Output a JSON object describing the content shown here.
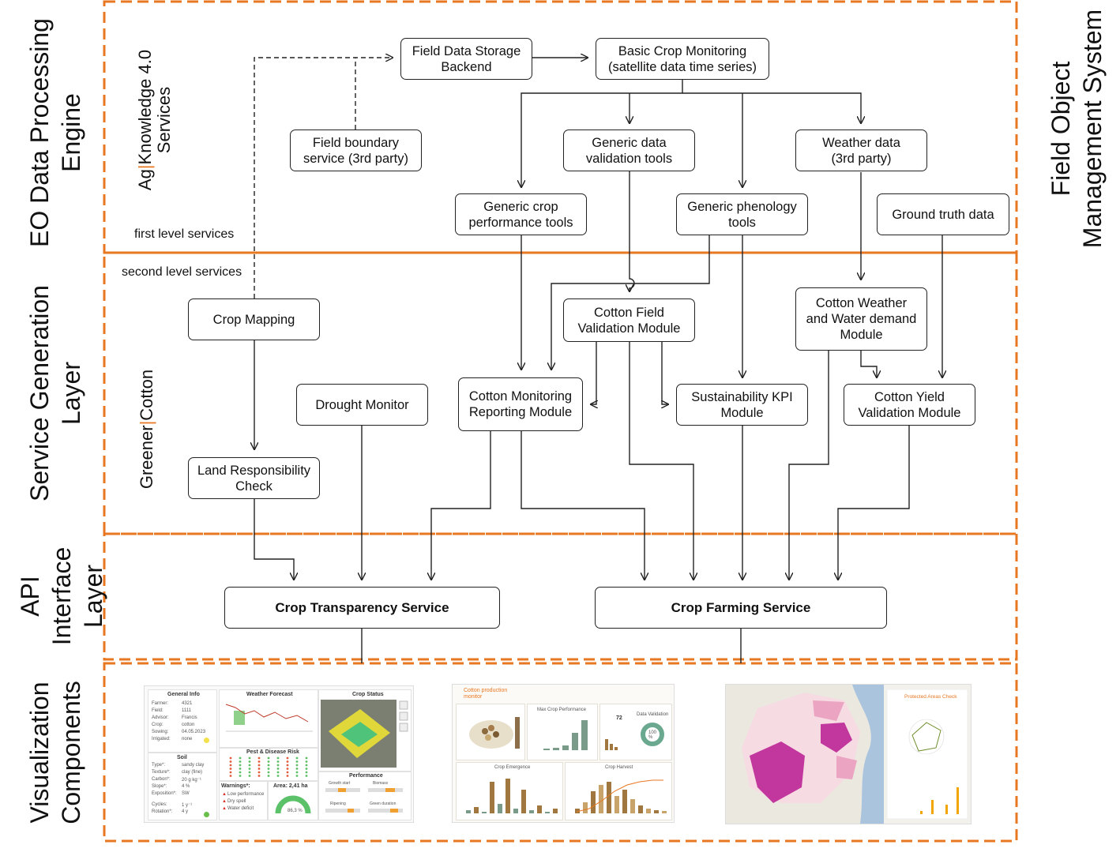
{
  "layers": [
    {
      "key": "eo",
      "label": "EO Data Processing\nEngine"
    },
    {
      "key": "sgl",
      "label": "Service Generation\nLayer"
    },
    {
      "key": "api",
      "label": "API\nInterface\nLayer"
    },
    {
      "key": "viz",
      "label": "Visualization\nComponents"
    }
  ],
  "side_label": "Field Object\nManagement System",
  "ag_label": {
    "pre": "Ag",
    "sep": "|",
    "post": "Knowledge 4.0",
    "line2": "Services"
  },
  "greener_label": {
    "pre": "Greener",
    "sep": "|",
    "post": "Cotton"
  },
  "level_labels": {
    "first": "first level services",
    "second": "second level services"
  },
  "nodes": {
    "field_storage": "Field Data Storage\nBackend",
    "basic_crop": "Basic Crop Monitoring\n(satellite data time series)",
    "field_boundary": "Field boundary\nservice (3rd party)",
    "generic_validation": "Generic data\nvalidation tools",
    "weather": "Weather data\n(3rd party)",
    "generic_crop_perf": "Generic crop\nperformance tools",
    "generic_phenology": "Generic phenology\ntools",
    "ground_truth": "Ground truth data",
    "crop_mapping": "Crop Mapping",
    "cotton_field_validation": "Cotton Field\nValidation Module",
    "cotton_weather": "Cotton Weather\nand Water demand\nModule",
    "drought_monitor": "Drought Monitor",
    "cotton_monitoring": "Cotton Monitoring\nReporting Module",
    "sustainability_kpi": "Sustainability KPI\nModule",
    "cotton_yield": "Cotton Yield\nValidation Module",
    "land_responsibility": "Land Responsibility\nCheck",
    "crop_transparency": "Crop Transparency Service",
    "crop_farming": "Crop Farming Service"
  },
  "screens": {
    "s1": {
      "general_info": "General Info",
      "info_keys": [
        "Farmer:",
        "Field:",
        "Advisor:",
        "Crop:",
        "Sowing:",
        "Irrigated:"
      ],
      "info_vals": [
        "4321",
        "1111",
        "Francis",
        "cotton",
        "04.05.2023",
        "none"
      ],
      "soil": "Soil",
      "soil_keys": [
        "Type*:",
        "Texture*:",
        "Carbon*:",
        "Slope*:",
        "Exposition*:"
      ],
      "soil_vals": [
        "sandy clay",
        "clay (fine)",
        "20 g kg⁻¹",
        "4 %",
        "SW"
      ],
      "cycle_keys": [
        "Cycles:",
        "Rotation*:"
      ],
      "cycle_vals": [
        "1 y⁻¹",
        "4 y"
      ],
      "weather": "Weather Forecast",
      "pest": "Pest & Disease Risk",
      "crop_status": "Crop Status",
      "warnings": "Warnings*:",
      "warning_items": [
        "Low performance",
        "Dry spell",
        "Water deficit"
      ],
      "area": "Area: 2,41 ha",
      "gauge": "86,3 %",
      "performance": "Performance",
      "perf_items": [
        "Growth start",
        "Biomass",
        "Ripening",
        "Green duration"
      ]
    },
    "s2": {
      "title": "Cotton production\nmonitor",
      "tile1": "Max Crop Performance",
      "tile2": "Data Validation",
      "kpi": "72",
      "donut": "100\n%",
      "tile3": "Crop Emergence",
      "tile4": "Crop Harvest"
    },
    "s3": {
      "panel_title": "Protected Areas Check"
    }
  },
  "colors": {
    "accent": "#e87722",
    "dash": "#e87722",
    "line": "#222222"
  }
}
